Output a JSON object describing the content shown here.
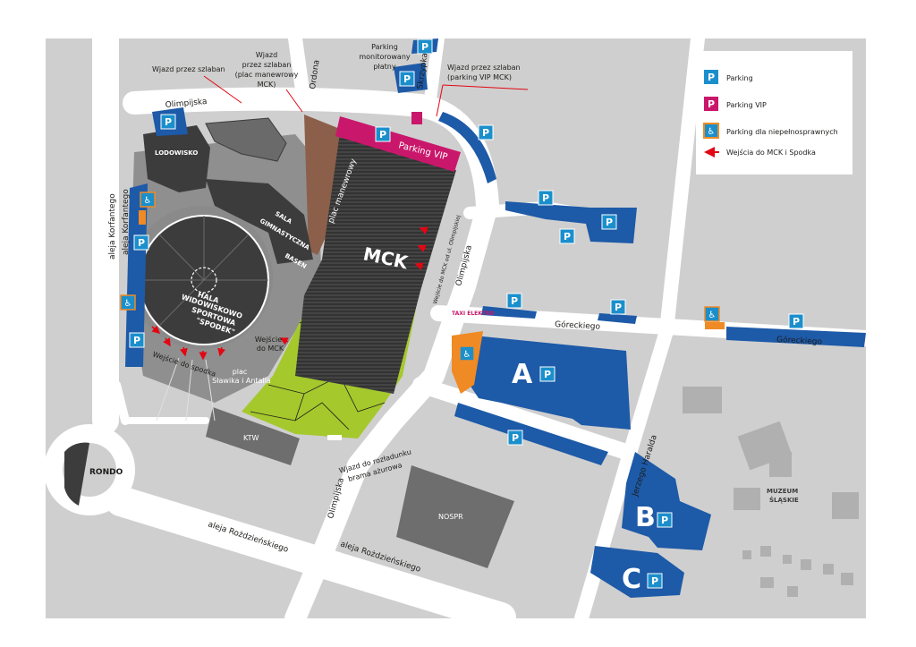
{
  "legend": {
    "items": [
      {
        "label": "Parking",
        "icon": "parking-icon",
        "color": "#1b8fcc",
        "glyph": "P"
      },
      {
        "label": "Parking VIP",
        "icon": "parking-vip-icon",
        "color": "#c9176b",
        "glyph": "P"
      },
      {
        "label": "Parking dla niepełnosprawnych",
        "icon": "accessible-parking-icon",
        "color": "#1b8fcc",
        "border": "#f08a24"
      },
      {
        "label": "Wejścia do MCK i Spodka",
        "icon": "entrance-arrow-icon",
        "color": "#e30613"
      }
    ]
  },
  "colors": {
    "background": "#cfcfcf",
    "road": "#ffffff",
    "building_dark": "#3c3c3c",
    "plaza": "#8b8b8b",
    "parking_blue": "#1d5aa8",
    "parking_icon": "#1b8fcc",
    "vip": "#c9176b",
    "accessible_orange": "#f08a24",
    "green": "#a5c82d",
    "brown": "#8c5f4a",
    "arrow": "#e30613"
  },
  "buildings": {
    "mck": "MCK",
    "spodek": [
      "HALA",
      "WIDOWISKOWO",
      "SPORTOWA",
      "\"SPODEK\""
    ],
    "lodowisko": "LODOWISKO",
    "sala_gimnastyczna": [
      "SALA",
      "GIMNASTYCZNA"
    ],
    "basen": "BASEN",
    "ktw": "KTW",
    "nospr": "NOSPR",
    "muzeum": [
      "MUZEUM",
      "ŚLĄSKIE"
    ],
    "rondo": "RONDO"
  },
  "parking_lots": {
    "a": "A",
    "b": "B",
    "c": "C",
    "glyph": "P",
    "vip_label": "Parking VIP"
  },
  "roads": {
    "olimpijska": "Olimpijska",
    "olimpijska_east": "Olimpijska",
    "olimpijska_south": "Olimpijska",
    "ordona": "Ordona",
    "skrzypka": "Skrzypka",
    "goreckiego": "Góreckiego",
    "goreckiego_east": "Góreckiego",
    "jerzego_haralda": "Jerzego Haralda",
    "aleja_korfantego_1": "aleja Korfantego",
    "aleja_korfantego_2": "aleja Korfantego",
    "aleja_rozdzienskiego_1": "aleja Rożdzieńskiego",
    "aleja_rozdzienskiego_2": "aleja Rożdzieńskiego"
  },
  "annotations": {
    "wjazd_szlaban": "Wjazd przez szlaban",
    "wjazd_plac": [
      "Wjazd",
      "przez szlaban",
      "(plac manewrowy",
      "MCK)"
    ],
    "parking_monitorowany": [
      "Parking",
      "monitorowany",
      "płatny"
    ],
    "wjazd_vip": [
      "Wjazd przez szlaban",
      "(parking VIP MCK)"
    ],
    "plac_manewrowy": "plac manewrowy",
    "taxi": "TAXI ELEKTRO",
    "wejscie_spodek": "Wejście do spodka",
    "wejscie_mck": [
      "Wejście",
      "do MCK"
    ],
    "wejscie_mck_olimpijska": "Wejście do MCK od ul. Olimpijskiej",
    "plac_slawika": [
      "plac",
      "Sławika i Antalla"
    ],
    "wjazd_rozladunek": [
      "Wjazd do rozładunku",
      "brama ażurowa"
    ]
  }
}
